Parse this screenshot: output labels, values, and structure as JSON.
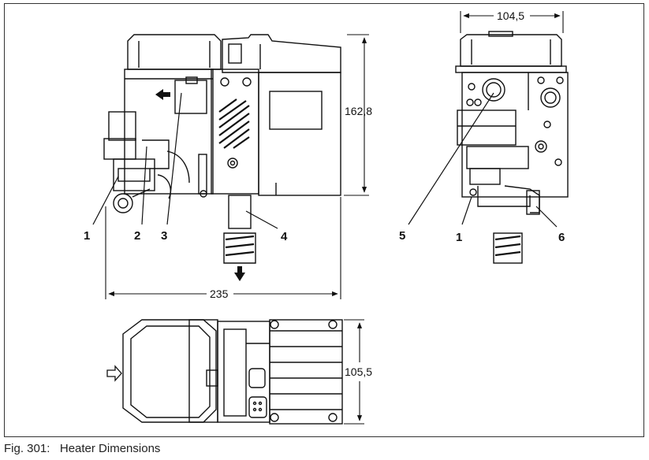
{
  "caption": "Fig. 301:   Heater Dimensions",
  "dimensions": {
    "height": "162,8",
    "width_front": "235",
    "width_side": "104,5",
    "depth_top": "105,5"
  },
  "callouts": [
    "1",
    "2",
    "3",
    "4",
    "5",
    "1",
    "6"
  ]
}
